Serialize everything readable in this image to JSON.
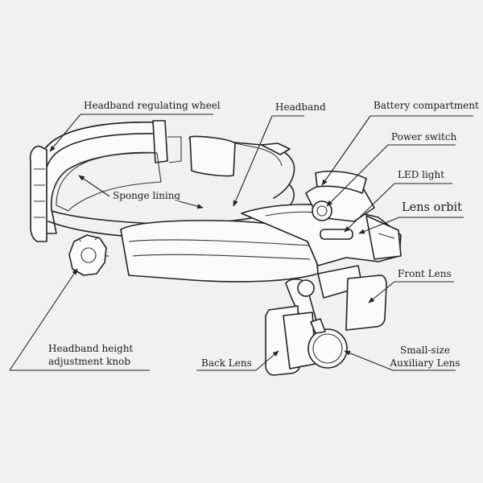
{
  "labels": {
    "headband_regulating_wheel": "Headband regulating wheel",
    "headband": "Headband",
    "battery_compartment": "Battery compartment",
    "power_switch": "Power switch",
    "led_light": "LED light",
    "sponge_lining": "Sponge lining",
    "lens_orbit": "Lens orbit",
    "front_lens": "Front Lens",
    "height_knob_line1": "Headband height",
    "height_knob_line2": "adjustment knob",
    "back_lens": "Back Lens",
    "aux_lens_line1": "Small-size",
    "aux_lens_line2": "Auxiliary Lens"
  },
  "colors": {
    "background": "#f1f1f1",
    "line": "#222222"
  }
}
